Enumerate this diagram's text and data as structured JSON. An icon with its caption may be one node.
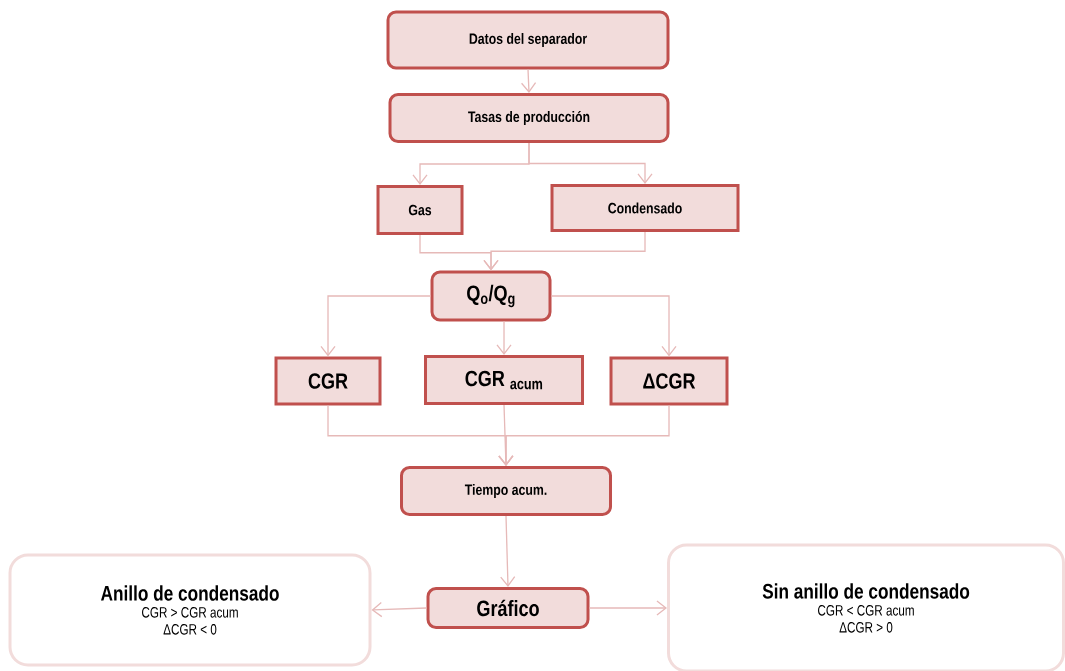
{
  "diagram": {
    "nodes": [
      {
        "text": [
          "Datos del separador"
        ]
      },
      {
        "text": [
          "Tasas de producción"
        ]
      },
      {
        "text": [
          "Gas"
        ]
      },
      {
        "text": [
          "Condensado"
        ]
      },
      {
        "text": [
          "Q$_{o}$/Q$_{g}$"
        ]
      },
      {
        "text": [
          "CGR"
        ]
      },
      {
        "text": [
          "CGR $_{acum}$"
        ]
      },
      {
        "text": [
          "ΔCGR"
        ]
      },
      {
        "text": [
          "Tiempo acum."
        ]
      },
      {
        "text": [
          "Anillo de condensado",
          "CGR > CGR acum",
          "ΔCGR < 0"
        ]
      },
      {
        "text": [
          "Gráfico"
        ]
      },
      {
        "text": [
          "Sin anillo de condensado",
          "CGR < CGR acum",
          "ΔCGR > 0"
        ]
      }
    ],
    "edges": [
      {
        "from": 0,
        "to": 1,
        "arrow": "to"
      },
      {
        "from": 1,
        "to": 2,
        "arrow": "to"
      },
      {
        "from": 1,
        "to": 3,
        "arrow": "to"
      },
      {
        "from": 2,
        "to": 4,
        "arrow": "to"
      },
      {
        "from": 3,
        "to": 4,
        "arrow": "to"
      },
      {
        "from": 4,
        "to": 5,
        "arrow": "to"
      },
      {
        "from": 4,
        "to": 6,
        "arrow": "to"
      },
      {
        "from": 4,
        "to": 7,
        "arrow": "to"
      },
      {
        "from": 5,
        "to": 8,
        "arrow": "to"
      },
      {
        "from": 6,
        "to": 8,
        "arrow": "to"
      },
      {
        "from": 7,
        "to": 8,
        "arrow": "to"
      },
      {
        "from": 8,
        "to": 10,
        "arrow": "to"
      },
      {
        "from": 10,
        "to": 9,
        "arrow": "to"
      },
      {
        "from": 10,
        "to": 11,
        "arrow": "to"
      }
    ]
  }
}
